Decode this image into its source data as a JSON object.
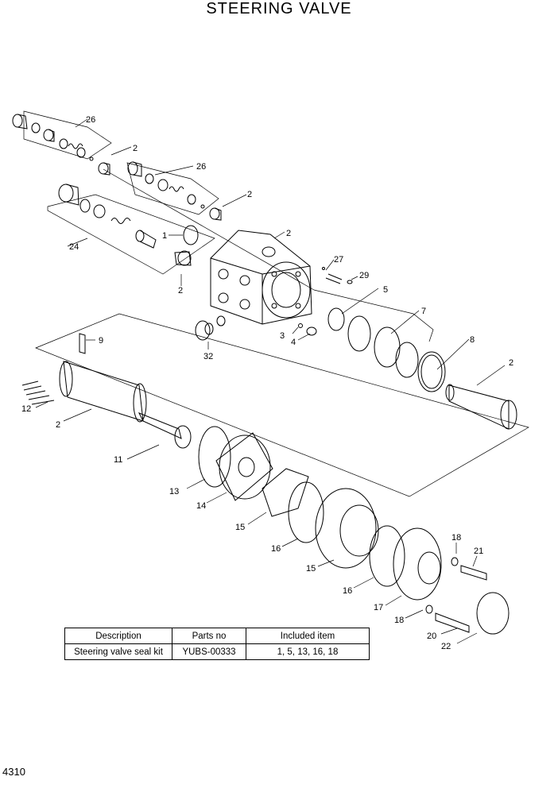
{
  "title": "STEERING VALVE",
  "page_number": "4310",
  "callouts": [
    {
      "id": "c26a",
      "text": "26"
    },
    {
      "id": "c2a",
      "text": "2"
    },
    {
      "id": "c26b",
      "text": "26"
    },
    {
      "id": "c2b",
      "text": "2"
    },
    {
      "id": "c1",
      "text": "1"
    },
    {
      "id": "c2c",
      "text": "2"
    },
    {
      "id": "c24",
      "text": "24"
    },
    {
      "id": "c27",
      "text": "27"
    },
    {
      "id": "c29",
      "text": "29"
    },
    {
      "id": "c2d",
      "text": "2"
    },
    {
      "id": "c5",
      "text": "5"
    },
    {
      "id": "c7",
      "text": "7"
    },
    {
      "id": "c3",
      "text": "3"
    },
    {
      "id": "c4",
      "text": "4"
    },
    {
      "id": "c32",
      "text": "32"
    },
    {
      "id": "c9",
      "text": "9"
    },
    {
      "id": "c8",
      "text": "8"
    },
    {
      "id": "c2e",
      "text": "2"
    },
    {
      "id": "c12",
      "text": "12"
    },
    {
      "id": "c2f",
      "text": "2"
    },
    {
      "id": "c11",
      "text": "11"
    },
    {
      "id": "c13",
      "text": "13"
    },
    {
      "id": "c14",
      "text": "14"
    },
    {
      "id": "c15a",
      "text": "15"
    },
    {
      "id": "c16a",
      "text": "16"
    },
    {
      "id": "c15b",
      "text": "15"
    },
    {
      "id": "c18a",
      "text": "18"
    },
    {
      "id": "c21",
      "text": "21"
    },
    {
      "id": "c16b",
      "text": "16"
    },
    {
      "id": "c17",
      "text": "17"
    },
    {
      "id": "c18b",
      "text": "18"
    },
    {
      "id": "c20",
      "text": "20"
    },
    {
      "id": "c22",
      "text": "22"
    }
  ],
  "kit_table": {
    "headers": [
      "Description",
      "Parts no",
      "Included item"
    ],
    "rows": [
      [
        "Steering valve seal kit",
        "YUBS-00333",
        "1, 5, 13, 16, 18"
      ]
    ]
  }
}
